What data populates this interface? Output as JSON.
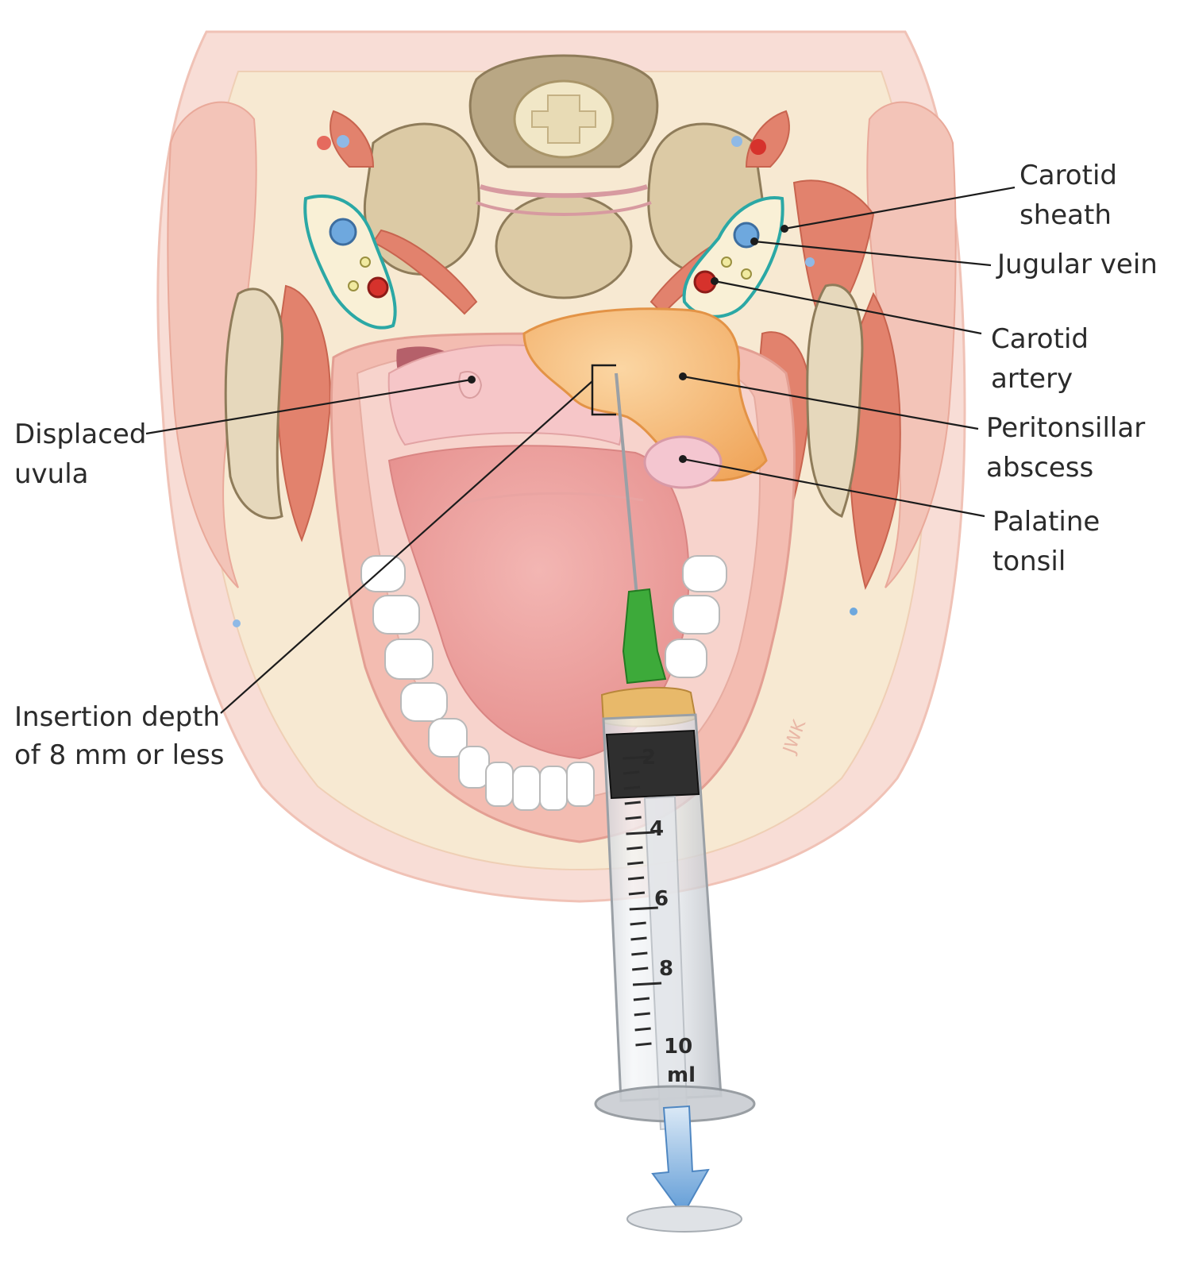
{
  "labels": {
    "carotid_sheath": [
      "Carotid",
      "sheath"
    ],
    "jugular_vein": [
      "Jugular vein"
    ],
    "carotid_artery": [
      "Carotid",
      "artery"
    ],
    "peritonsillar_abscess": [
      "Peritonsillar",
      "abscess"
    ],
    "palatine_tonsil": [
      "Palatine",
      "tonsil"
    ],
    "displaced_uvula": [
      "Displaced",
      "uvula"
    ],
    "insertion_depth": [
      "Insertion depth",
      "of 8 mm or less"
    ]
  },
  "syringe": {
    "scale_marks": [
      "2",
      "4",
      "6",
      "8",
      "10"
    ],
    "unit": "ml"
  },
  "signature": "JWK",
  "colors": {
    "skin": "#f6d2cb",
    "tissue": "#f3c1b5",
    "fat": "#f8ecd0",
    "muscle": "#e2826d",
    "bone": "#d9c6a3",
    "abscess": "#f5b46a",
    "tonsil": "#f4c6d0",
    "tongue": "#ec9d9b",
    "sheath_outline": "#2ba8a5",
    "vein": "#6ea8de",
    "artery": "#d6322c",
    "needle_hub": "#3daa3a",
    "syringe_collar": "#e8b96a",
    "arrow": "#6fa8dc"
  }
}
